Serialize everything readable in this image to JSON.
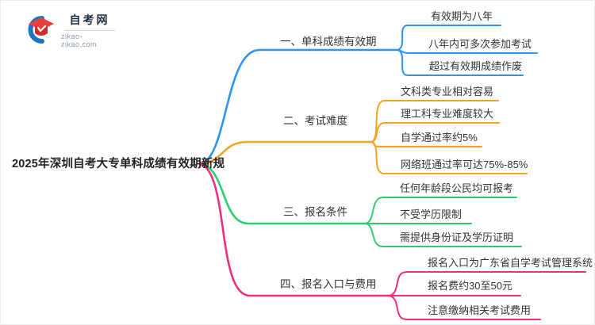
{
  "logo": {
    "site_name": "自考网",
    "site_url": "zikao-zikao.com"
  },
  "central_topic": "2025年深圳自考大专单科成绩有效期新规",
  "colors": {
    "blue": "#2b95ee",
    "orange": "#f5a41f",
    "green": "#2ecc71",
    "pink": "#ec2f7d",
    "logo_blue": "#1b75bb",
    "logo_red": "#e8413c",
    "logo_red_dark": "#c9302c"
  },
  "branches": [
    {
      "label": "一、单科成绩有效期",
      "color": "#2b95ee",
      "children": [
        "有效期为八年",
        "八年内可多次参加考试",
        "超过有效期成绩作废"
      ]
    },
    {
      "label": "二、考试难度",
      "color": "#f5a41f",
      "children": [
        "文科类专业相对容易",
        "理工科专业难度较大",
        "自学通过率约5%",
        "网络班通过率可达75%-85%"
      ]
    },
    {
      "label": "三、报名条件",
      "color": "#2ecc71",
      "children": [
        "任何年龄段公民均可报考",
        "不受学历限制",
        "需提供身份证及学历证明"
      ]
    },
    {
      "label": "四、报名入口与费用",
      "color": "#ec2f7d",
      "children": [
        "报名入口为广东省自学考试管理系统",
        "报名费约30至50元",
        "注意缴纳相关考试费用"
      ]
    }
  ]
}
